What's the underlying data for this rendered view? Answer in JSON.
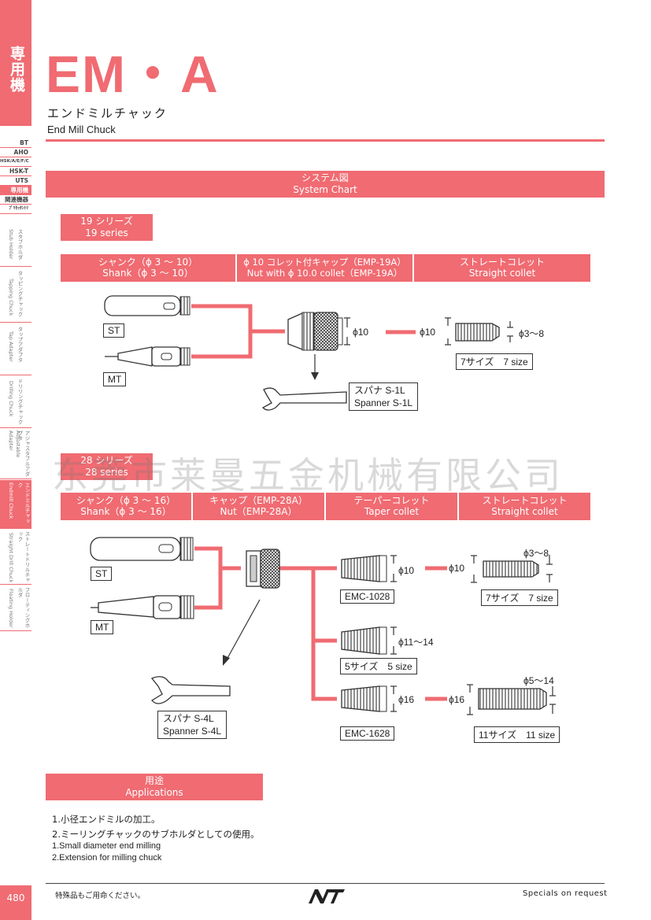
{
  "sidebar": {
    "vertical_title": "専用機",
    "tabs": [
      "BT",
      "AHO",
      "HSK/A/E/F/C",
      "HSK-T",
      "UTS",
      "専用機",
      "関連機器",
      "ﾌﾟﾘｾｯﾀﾝﾄﾘ"
    ],
    "active_tab": "専用機",
    "categories": [
      {
        "jp": "スタブホルダ",
        "en": "Stub Holder"
      },
      {
        "jp": "タッピングチャック",
        "en": "Tapping Chuck"
      },
      {
        "jp": "タップアダプタ",
        "en": "Tap Adapter"
      },
      {
        "jp": "ドリリングチャック",
        "en": "Drilling Chuck"
      },
      {
        "jp": "アジャスタブルアダプタ",
        "en": "Adjustable Adapter"
      },
      {
        "jp": "エンドミルチャック",
        "en": "Endmill Chuck"
      },
      {
        "jp": "ストレートドリルチャック",
        "en": "Straight Drill Chuck"
      },
      {
        "jp": "フローティングホルダ",
        "en": "Floating Holder"
      }
    ],
    "active_category": "Endmill Chuck",
    "page_number": "480"
  },
  "header": {
    "title": "EM・A",
    "subtitle_jp": "エンドミルチャック",
    "subtitle_en": "End Mill Chuck"
  },
  "system_chart": {
    "band_jp": "システム図",
    "band_en": "System Chart",
    "series19": {
      "label_jp": "19 シリーズ",
      "label_en": "19 series",
      "col1_jp": "シャンク（ϕ 3 ～ 10）",
      "col1_en": "Shank（ϕ 3 ～ 10）",
      "col2_jp": "ϕ 10 コレット付キャップ（EMP-19A）",
      "col2_en": "Nut with ϕ 10.0 collet（EMP-19A）",
      "col3_jp": "ストレートコレット",
      "col3_en": "Straight collet",
      "st": "ST",
      "mt": "MT",
      "dim_nut": "ϕ10",
      "dim_collet_in": "ϕ10",
      "dim_collet_out": "ϕ3～8",
      "size_label": "7サイズ　7 size",
      "spanner_jp": "スパナ S-1L",
      "spanner_en": "Spanner S-1L"
    },
    "series28": {
      "label_jp": "28 シリーズ",
      "label_en": "28 series",
      "col1_jp": "シャンク（ϕ 3 ～ 16）",
      "col1_en": "Shank（ϕ 3 ～ 16）",
      "col2_jp": "キャップ（EMP-28A）",
      "col2_en": "Nut（EMP-28A）",
      "col3_jp": "テーパーコレット",
      "col3_en": "Taper collet",
      "col4_jp": "ストレートコレット",
      "col4_en": "Straight collet",
      "st": "ST",
      "mt": "MT",
      "emc1028": "EMC-1028",
      "emc1628": "EMC-1628",
      "size5": "5サイズ　5 size",
      "size7": "7サイズ　7 size",
      "size11": "11サイズ　11 size",
      "dim_10a": "ϕ10",
      "dim_10b": "ϕ10",
      "dim_3_8": "ϕ3～8",
      "dim_11_14": "ϕ11～14",
      "dim_16a": "ϕ16",
      "dim_16b": "ϕ16",
      "dim_5_14": "ϕ5～14",
      "spanner_jp": "スパナ S-4L",
      "spanner_en": "Spanner S-4L"
    }
  },
  "watermark": "东莞市莱曼五金机械有限公司",
  "applications": {
    "band_jp": "用途",
    "band_en": "Applications",
    "items": [
      "1.小径エンドミルの加工。",
      "2.ミーリングチャックのサブホルダとしての使用。",
      "1.Small diameter end milling",
      "2.Extension for milling chuck"
    ]
  },
  "footer": {
    "note_jp": "特殊品もご用命ください。",
    "note_en": "Specials on request",
    "logo": "NT"
  },
  "colors": {
    "accent": "#f06b72",
    "line": "#f06b72",
    "text": "#222222"
  }
}
